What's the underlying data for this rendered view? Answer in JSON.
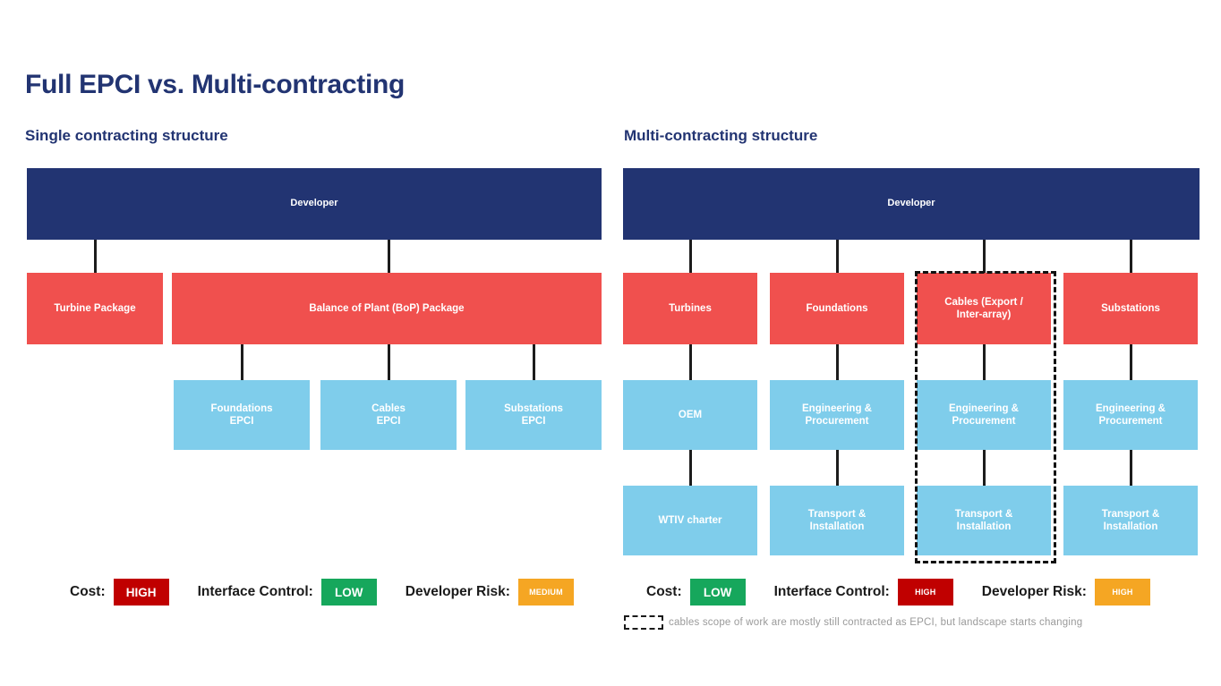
{
  "slide": {
    "title": "Full EPCI vs. Multi-contracting",
    "accent_navy": "#223472",
    "accent_red": "#F0504E",
    "accent_blue": "#7FCDEB",
    "background": "#FFFFFF"
  },
  "left": {
    "heading": "Single contracting structure",
    "root": {
      "label": "Developer"
    },
    "tier1": [
      {
        "label": "Turbine Package"
      },
      {
        "label": "Balance of Plant (BoP) Package"
      }
    ],
    "tier2": [
      {
        "label": "Foundations\nEPCI"
      },
      {
        "label": "Cables\nEPCI"
      },
      {
        "label": "Substations\nEPCI"
      }
    ],
    "legend": [
      {
        "label": "Cost:",
        "value": "HIGH",
        "color": "#C00000"
      },
      {
        "label": "Interface Control:",
        "value": "LOW",
        "color": "#16A75C"
      },
      {
        "label": "Developer Risk:",
        "value": "MEDIUM",
        "color": "#F5A623"
      }
    ]
  },
  "right": {
    "heading": "Multi-contracting structure",
    "root": {
      "label": "Developer"
    },
    "columns": [
      {
        "package": "Turbines",
        "tier2": "OEM",
        "tier3": "WTIV charter",
        "highlighted": false
      },
      {
        "package": "Foundations",
        "tier2": "Engineering &\nProcurement",
        "tier3": "Transport &\nInstallation",
        "highlighted": false
      },
      {
        "package": "Cables (Export /\nInter-array)",
        "tier2": "Engineering &\nProcurement",
        "tier3": "Transport &\nInstallation",
        "highlighted": true
      },
      {
        "package": "Substations",
        "tier2": "Engineering &\nProcurement",
        "tier3": "Transport &\nInstallation",
        "highlighted": false
      }
    ],
    "legend": [
      {
        "label": "Cost:",
        "value": "LOW",
        "color": "#16A75C"
      },
      {
        "label": "Interface Control:",
        "value": "HIGH",
        "color": "#C00000"
      },
      {
        "label": "Developer Risk:",
        "value": "HIGH",
        "color": "#F5A623"
      }
    ],
    "footnote": "cables scope of work are mostly still contracted as EPCI, but landscape starts changing"
  }
}
